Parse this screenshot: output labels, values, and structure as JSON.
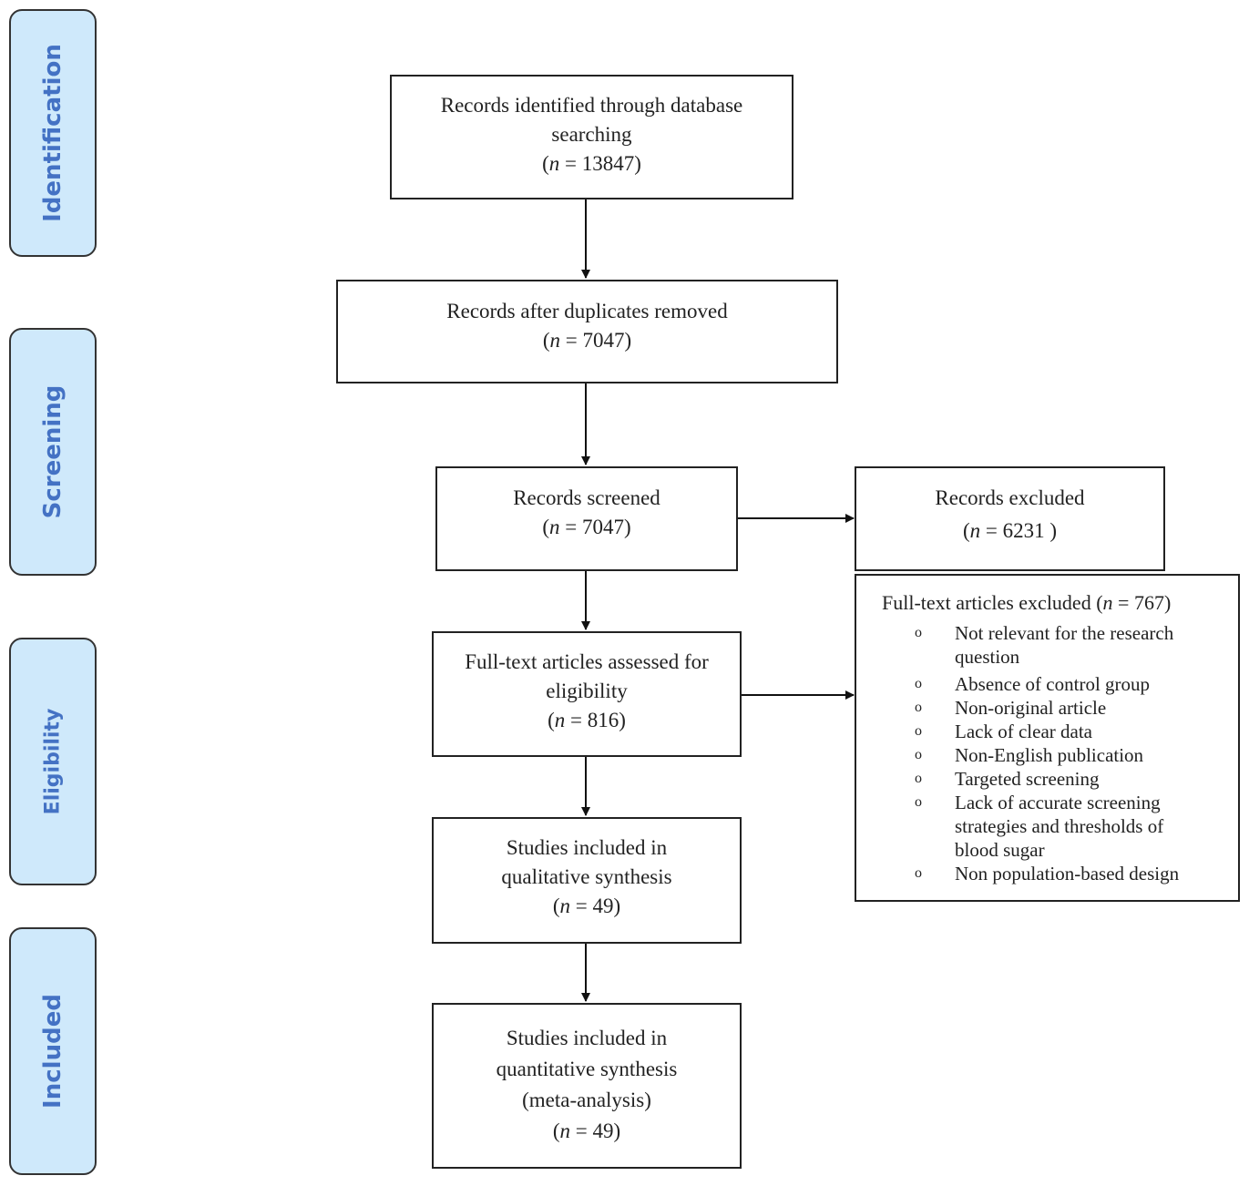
{
  "phases": {
    "identification": "Identification",
    "screening": "Screening",
    "eligibility": "Eligibility",
    "included": "Included"
  },
  "boxes": {
    "identified": {
      "lines": [
        "Records identified through database",
        "searching"
      ],
      "n_prefix": "(",
      "n_var": "n",
      "n_rest": " = 13847)"
    },
    "duplicates_removed": {
      "lines": [
        "Records after duplicates removed"
      ],
      "n_prefix": "(",
      "n_var": "n",
      "n_rest": " = 7047)"
    },
    "screened": {
      "lines": [
        "Records screened"
      ],
      "n_prefix": "(",
      "n_var": "n",
      "n_rest": " = 7047)"
    },
    "excluded": {
      "lines": [
        "Records excluded"
      ],
      "n_prefix": "(",
      "n_var": "n",
      "n_rest": " = 6231 )"
    },
    "fulltext_assessed": {
      "lines": [
        "Full-text articles assessed for",
        "eligibility"
      ],
      "n_prefix": "(",
      "n_var": "n",
      "n_rest": " = 816)"
    },
    "qualitative": {
      "lines": [
        "Studies included in",
        "qualitative synthesis"
      ],
      "n_prefix": "(",
      "n_var": "n",
      "n_rest": " = 49)"
    },
    "quantitative": {
      "lines": [
        "Studies included in",
        "quantitative synthesis",
        "(meta-analysis)"
      ],
      "n_prefix": "(",
      "n_var": "n",
      "n_rest": " = 49)"
    }
  },
  "fulltext_excluded": {
    "title_prefix": "Full-text articles excluded (",
    "title_var": "n",
    "title_rest": " = 767)",
    "bullet": "o",
    "reasons": [
      [
        "Not relevant for the research",
        "question"
      ],
      [
        "Absence of control group"
      ],
      [
        "Non-original article"
      ],
      [
        "Lack of clear data"
      ],
      [
        "Non-English publication"
      ],
      [
        "Targeted screening"
      ],
      [
        "Lack of accurate screening",
        "strategies and thresholds of",
        "blood sugar"
      ],
      [
        "Non population-based design"
      ]
    ]
  }
}
